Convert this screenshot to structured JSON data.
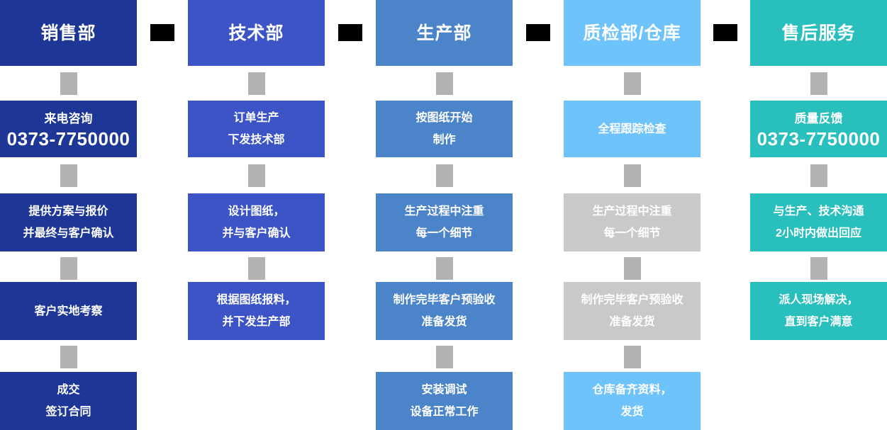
{
  "diagram": {
    "background": "#ffffff",
    "text_color": "#ffffff",
    "connector_color": "#b2b2b2",
    "separator_color": "#000000",
    "gray_box_color": "#c9c9cc",
    "columns": [
      {
        "name": "sales",
        "header": "销售部",
        "color": "#1e3796",
        "boxes": [
          {
            "phone": true,
            "lines": [
              "来电咨询",
              "0373-7750000"
            ]
          },
          {
            "lines": [
              "提供方案与报价",
              "并最终与客户确认"
            ]
          },
          {
            "lines": [
              "客户实地考察"
            ]
          },
          {
            "lines": [
              "成交",
              "签订合同"
            ]
          }
        ]
      },
      {
        "name": "tech",
        "header": "技术部",
        "color": "#3c54c6",
        "boxes": [
          {
            "lines": [
              "订单生产",
              "下发技术部"
            ]
          },
          {
            "lines": [
              "设计图纸，",
              "并与客户确认"
            ]
          },
          {
            "lines": [
              "根据图纸报料，",
              "并下发生产部"
            ]
          }
        ]
      },
      {
        "name": "production",
        "header": "生产部",
        "color": "#4c84ca",
        "boxes": [
          {
            "lines": [
              "按图纸开始",
              "制作"
            ]
          },
          {
            "lines": [
              "生产过程中注重",
              "每一个细节"
            ]
          },
          {
            "lines": [
              "制作完毕客户预验收",
              "准备发货"
            ]
          },
          {
            "lines": [
              "安装调试",
              "设备正常工作"
            ]
          }
        ]
      },
      {
        "name": "qa-warehouse",
        "header": "质检部/仓库",
        "color": "#6ec3fb",
        "boxes": [
          {
            "lines": [
              "全程跟踪检查"
            ]
          },
          {
            "gray": true,
            "lines": [
              "生产过程中注重",
              "每一个细节"
            ]
          },
          {
            "gray": true,
            "lines": [
              "制作完毕客户预验收",
              "准备发货"
            ]
          },
          {
            "lines": [
              "仓库备齐资料，",
              "发货"
            ]
          }
        ]
      },
      {
        "name": "after-sales",
        "header": "售后服务",
        "color": "#28bfbc",
        "boxes": [
          {
            "phone": true,
            "lines": [
              "质量反馈",
              "0373-7750000"
            ]
          },
          {
            "lines": [
              "与生产、技术沟通",
              "2小时内做出回应"
            ]
          },
          {
            "lines": [
              "派人现场解决，",
              "直到客户满意"
            ]
          }
        ]
      }
    ]
  }
}
